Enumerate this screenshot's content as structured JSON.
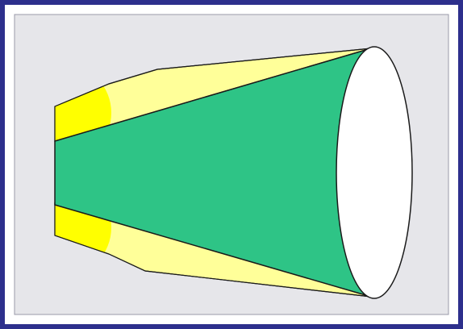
{
  "colors": {
    "border": "#2d2f8c",
    "background": "#e6e6ea",
    "cone_fill": "#2ec486",
    "light_yellow": "#ffff99",
    "bright_yellow": "#ffff00",
    "ellipse_fill": "#ffffff",
    "outline": "#1a1a1a"
  },
  "shapes": {
    "frame": "panel-frame",
    "upper_band": "upper-yellow-band",
    "lower_band": "lower-yellow-band",
    "cone": "green-cone",
    "opening": "elliptical-opening"
  }
}
